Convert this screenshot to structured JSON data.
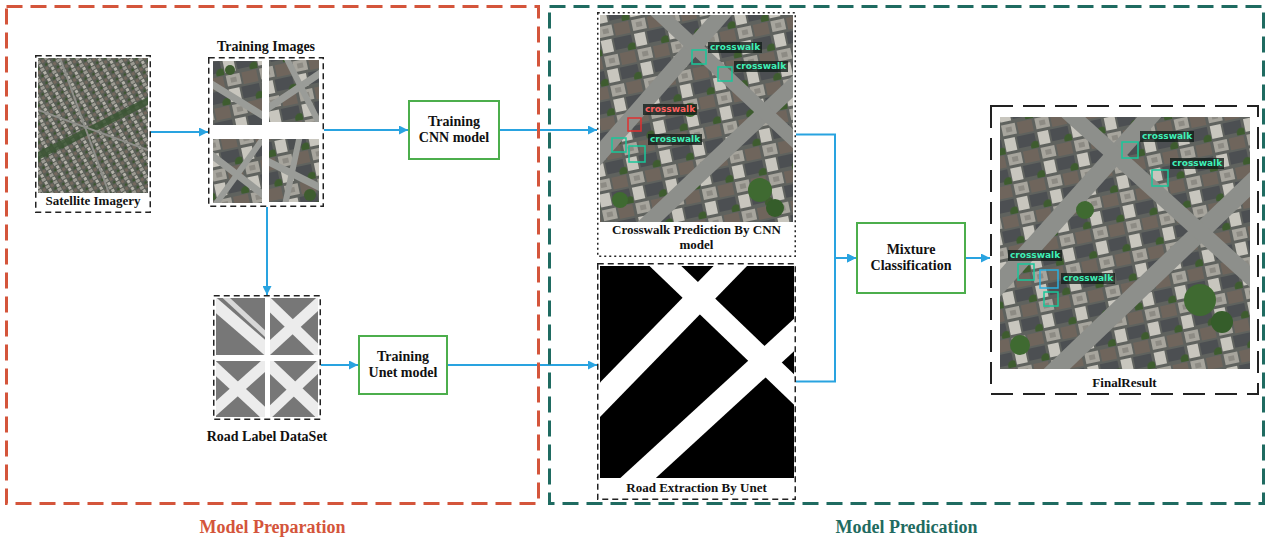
{
  "diagram": {
    "nodes": [
      {
        "text": [
          "Model Preparation"
        ]
      },
      {
        "text": [
          "Model Predication"
        ]
      },
      {
        "text": [
          "Satellite Imagery"
        ],
        "in": 0
      },
      {
        "text": [
          "Training Images"
        ],
        "in": 0
      },
      {
        "text": [
          "Training CNN model"
        ],
        "in": 0
      },
      {
        "text": [
          "Road Label DataSet"
        ],
        "in": 0
      },
      {
        "text": [
          "Training Unet model"
        ],
        "in": 0
      },
      {
        "text": [
          "Crosswalk Prediction By CNN model"
        ],
        "in": 1
      },
      {
        "text": [
          "Road Extraction By Unet"
        ],
        "in": 1
      },
      {
        "text": [
          "Mixture Classification"
        ],
        "in": 1
      },
      {
        "text": [
          "FinalResult"
        ],
        "in": 1
      }
    ],
    "edges": [
      {
        "from": 2,
        "to": 3,
        "arrow": "to"
      },
      {
        "from": 3,
        "to": 4,
        "arrow": "to"
      },
      {
        "from": 3,
        "to": 5,
        "arrow": "to"
      },
      {
        "from": 5,
        "to": 6,
        "arrow": "to"
      },
      {
        "from": 4,
        "to": 7,
        "arrow": "to"
      },
      {
        "from": 6,
        "to": 8,
        "arrow": "to"
      },
      {
        "from": 7,
        "to": 9,
        "arrow": "to"
      },
      {
        "from": 8,
        "to": 9,
        "arrow": "to"
      },
      {
        "from": 9,
        "to": 10,
        "arrow": "to"
      }
    ],
    "labels": [
      "crosswalk",
      "crosswalk",
      "crosswalk",
      "crosswalk",
      "crosswalk",
      "crosswalk",
      "crosswalk",
      "crosswalk"
    ]
  }
}
